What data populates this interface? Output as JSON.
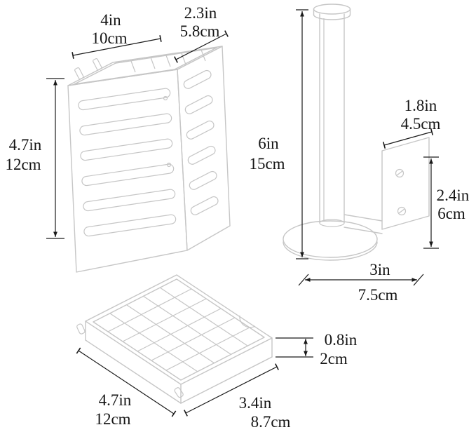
{
  "colors": {
    "background": "#ffffff",
    "sketch": "#c6c6c6",
    "dimension": "#1a1a1a",
    "text": "#151515"
  },
  "diagram": {
    "basket": {
      "width_in": "4in",
      "width_cm": "10cm",
      "depth_in": "2.3in",
      "depth_cm": "5.8cm",
      "height_in": "4.7in",
      "height_cm": "12cm"
    },
    "holder": {
      "height_in": "6in",
      "height_cm": "15cm",
      "plate_width_in": "1.8in",
      "plate_width_cm": "4.5cm",
      "plate_height_in": "2.4in",
      "plate_height_cm": "6cm",
      "base_width_in": "3in",
      "base_width_cm": "7.5cm"
    },
    "tray": {
      "thickness_in": "0.8in",
      "thickness_cm": "2cm",
      "length_in": "4.7in",
      "length_cm": "12cm",
      "width_in": "3.4in",
      "width_cm": "8.7cm"
    }
  }
}
